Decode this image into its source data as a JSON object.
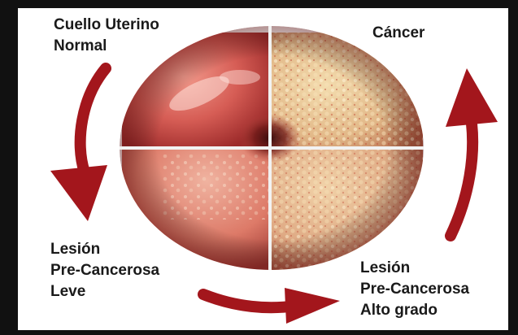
{
  "stages": {
    "normal": {
      "lines": [
        "Cuello Uterino",
        "Normal"
      ]
    },
    "cancer": {
      "lines": [
        "Cáncer"
      ]
    },
    "low_grade": {
      "lines": [
        "Lesión",
        "Pre-Cancerosa",
        "Leve"
      ]
    },
    "high_grade": {
      "lines": [
        "Lesión",
        "Pre-Cancerosa",
        "Alto grado"
      ]
    }
  },
  "colors": {
    "arrow": "#a3161c",
    "background": "#ffffff",
    "border": "#111111",
    "quadrant_divider": "#f2f2f2",
    "normal_tissue": "#d9645a",
    "cancer_tissue": "#e8c79a"
  }
}
